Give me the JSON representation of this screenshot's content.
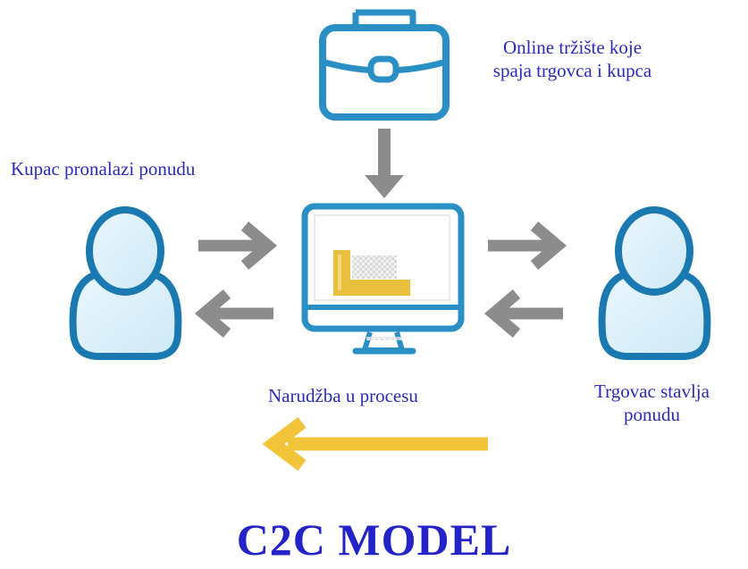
{
  "labels": {
    "market_line1": "Online tržište koje",
    "market_line2": "spaja trgovca i kupca",
    "buyer": "Kupac pronalazi ponudu",
    "seller_line1": "Trgovac stavlja",
    "seller_line2": "ponudu",
    "order": "Narudžba u procesu"
  },
  "title": "C2C MODEL",
  "icons": {
    "marketplace": "briefcase-icon",
    "platform": "monitor-icon",
    "buyer": "person-icon",
    "seller": "person-icon"
  },
  "colors": {
    "label_text": "#2b2bb8",
    "title_text": "#2323c8",
    "icon_blue": "#2a8fc4",
    "arrow_gray": "#8c8c8c",
    "arrow_yellow": "#f2c43a"
  }
}
